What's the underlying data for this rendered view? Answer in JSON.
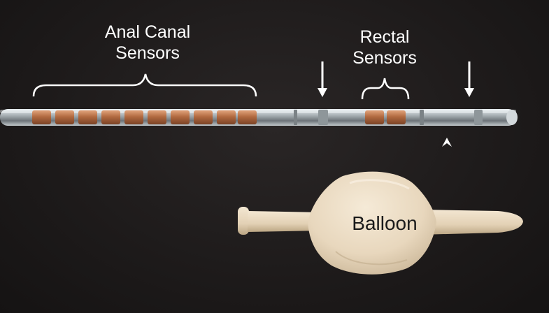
{
  "labels": {
    "anal_canal_line1": "Anal Canal",
    "anal_canal_line2": "Sensors",
    "rectal_line1": "Rectal",
    "rectal_line2": "Sensors",
    "balloon": "Balloon"
  },
  "colors": {
    "background": "#1f1c1c",
    "annotation": "#ffffff",
    "sensor_copper": "#b8744a",
    "catheter_clear": "#c9cfd2",
    "balloon": "#ebdcc4"
  }
}
